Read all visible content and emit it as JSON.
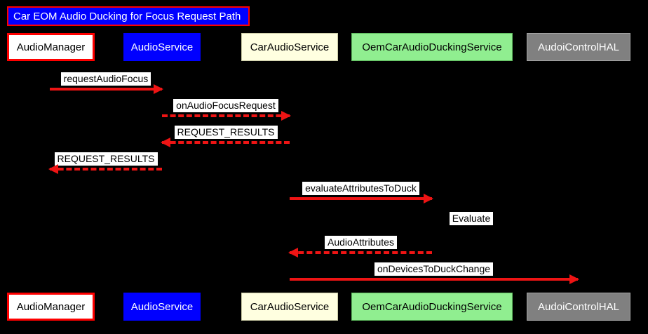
{
  "diagram": {
    "title": "Car EOM Audio Ducking for Focus Request Path",
    "colors": {
      "background": "#000000",
      "arrow": "#ee1414",
      "title_fill": "#0000ff",
      "title_border": "#ff0000",
      "title_text": "#ffffff",
      "message_label_fill": "#ffffff",
      "message_label_text": "#000000"
    },
    "participants": [
      {
        "label": "AudioManager",
        "fill": "#ffffff",
        "border": "#ff0000",
        "text": "#000000"
      },
      {
        "label": "AudioService",
        "fill": "#0000ff",
        "text": "#ffffff"
      },
      {
        "label": "CarAudioService",
        "fill": "#ffffe0",
        "text": "#000000"
      },
      {
        "label": "OemCarAudioDuckingService",
        "fill": "#90ee90",
        "text": "#000000"
      },
      {
        "label": "AudoiControlHAL",
        "fill": "#808080",
        "text": "#ffffff"
      }
    ],
    "messages": [
      {
        "label": "requestAudioFocus",
        "from": "AudioManager",
        "to": "AudioService",
        "line": "solid",
        "direction": "right"
      },
      {
        "label": "onAudioFocusRequest",
        "from": "AudioService",
        "to": "CarAudioService",
        "line": "dashed",
        "direction": "right"
      },
      {
        "label": "REQUEST_RESULTS",
        "from": "CarAudioService",
        "to": "AudioService",
        "line": "dashed",
        "direction": "left"
      },
      {
        "label": "REQUEST_RESULTS",
        "from": "AudioService",
        "to": "AudioManager",
        "line": "dashed",
        "direction": "left"
      },
      {
        "label": "evaluateAttributesToDuck",
        "from": "CarAudioService",
        "to": "OemCarAudioDuckingService",
        "line": "solid",
        "direction": "right"
      },
      {
        "label": "Evaluate",
        "from": "OemCarAudioDuckingService",
        "to": "OemCarAudioDuckingService",
        "line": "none",
        "direction": "self"
      },
      {
        "label": "AudioAttributes",
        "from": "OemCarAudioDuckingService",
        "to": "CarAudioService",
        "line": "dashed",
        "direction": "left"
      },
      {
        "label": "onDevicesToDuckChange",
        "from": "CarAudioService",
        "to": "AudoiControlHAL",
        "line": "solid",
        "direction": "right"
      }
    ]
  }
}
